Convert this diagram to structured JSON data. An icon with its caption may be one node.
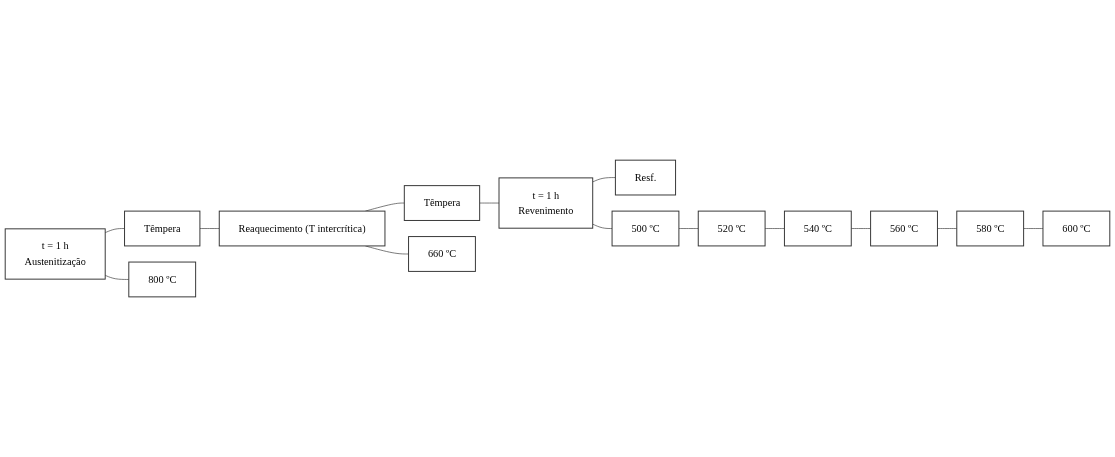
{
  "diagram": {
    "nodes": [
      {
        "text": [
          "t = 1 h",
          "Austenitização"
        ]
      },
      {
        "text": [
          "Têmpera"
        ]
      },
      {
        "text": [
          "Reaquecimento (T intercrítica)"
        ]
      },
      {
        "text": [
          "Têmpera"
        ]
      },
      {
        "text": [
          "t = 1 h",
          "Revenimento"
        ]
      },
      {
        "text": [
          "Resf."
        ]
      },
      {
        "text": [
          "800 ºC"
        ]
      },
      {
        "text": [
          "660 ºC"
        ]
      },
      {
        "text": [
          "500 ºC"
        ]
      },
      {
        "text": [
          "520 ºC"
        ]
      },
      {
        "text": [
          "540 ºC"
        ]
      },
      {
        "text": [
          "560 ºC"
        ]
      },
      {
        "text": [
          "580 ºC"
        ]
      },
      {
        "text": [
          "600 ºC"
        ]
      }
    ],
    "edges": [
      {
        "from": 0,
        "to": 1,
        "arrow": "none"
      },
      {
        "from": 1,
        "to": 2,
        "arrow": "none"
      },
      {
        "from": 2,
        "to": 3,
        "arrow": "none"
      },
      {
        "from": 3,
        "to": 4,
        "arrow": "none"
      },
      {
        "from": 4,
        "to": 5,
        "arrow": "none"
      },
      {
        "from": 0,
        "to": 6,
        "arrow": "none"
      },
      {
        "from": 2,
        "to": 7,
        "arrow": "none"
      },
      {
        "from": 4,
        "to": 8,
        "arrow": "none"
      },
      {
        "from": 8,
        "to": 9,
        "arrow": "none"
      },
      {
        "from": 9,
        "to": 10,
        "arrow": "none"
      },
      {
        "from": 10,
        "to": 11,
        "arrow": "none"
      },
      {
        "from": 11,
        "to": 12,
        "arrow": "none"
      },
      {
        "from": 12,
        "to": 13,
        "arrow": "none"
      }
    ]
  }
}
